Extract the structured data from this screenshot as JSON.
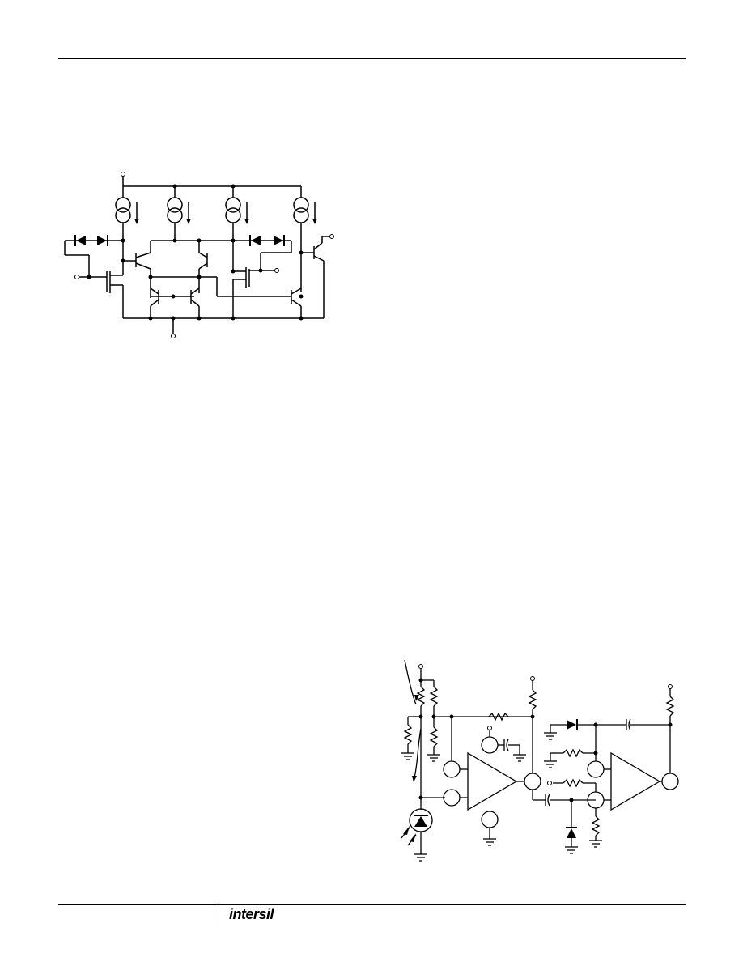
{
  "document": {
    "footer": {
      "logo_text": "intersil"
    }
  },
  "figures": [
    {
      "id": "figure-1",
      "kind": "transistor-level simplified schematic",
      "labels": []
    },
    {
      "id": "figure-2",
      "kind": "photodiode amplifier application circuit",
      "labels": []
    }
  ],
  "colors": {
    "ink": "#000000",
    "paper": "#ffffff"
  }
}
